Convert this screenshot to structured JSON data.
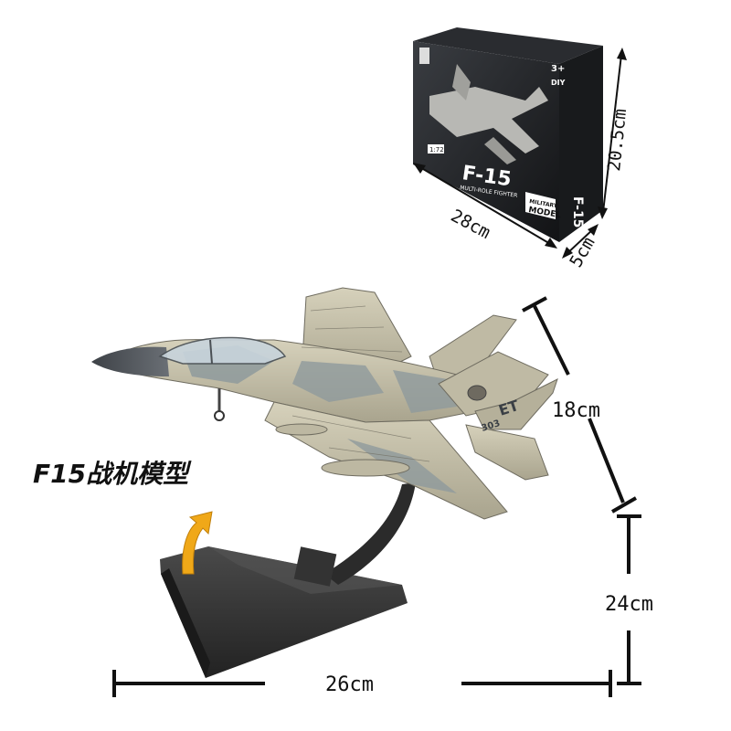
{
  "product": {
    "title": "F15战机模型",
    "dimensions": {
      "length": "26cm",
      "height_stand": "24cm",
      "height_plane": "18cm"
    }
  },
  "box": {
    "dimensions": {
      "length": "28cm",
      "height": "20.5cm",
      "depth": "5cm"
    },
    "text": {
      "model_name": "F-15",
      "subtitle": "MULTI-ROLE FIGHTER",
      "badge_line1": "MILITARY",
      "badge_line2": "MODEL",
      "age": "3+",
      "diy": "DIY",
      "scale": "1:72",
      "side_text": "F-15"
    }
  },
  "plane": {
    "tail_code": "ET",
    "serial": "303"
  },
  "colors": {
    "dimension_line": "#111111",
    "arrow": "#f0a818",
    "stand": "#2f2f2f",
    "box": "#1f1f1f",
    "airframe": "#c9c4ae",
    "camo": "#8e9a9c",
    "nose": "#555a60"
  }
}
